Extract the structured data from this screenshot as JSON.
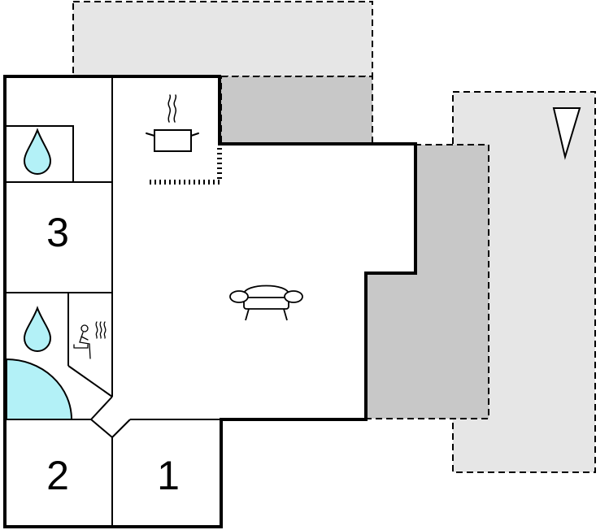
{
  "floorplan": {
    "rooms": [
      {
        "label": "3",
        "kind": "bedroom"
      },
      {
        "label": "2",
        "kind": "bedroom"
      },
      {
        "label": "1",
        "kind": "bedroom"
      }
    ],
    "icons": {
      "kitchen": "cooking-pot-icon",
      "living": "sofa-icon",
      "bathroom_1": "water-drop-icon",
      "bathroom_2": "water-drop-icon",
      "sauna": "sauna-icon",
      "whirlpool": "whirlpool-icon",
      "north": "north-arrow-icon"
    },
    "colors": {
      "wall": "#000000",
      "covered_terrace": "#c8c8c8",
      "open_terrace": "#e6e6e6",
      "water": "#b3f1f7"
    }
  }
}
